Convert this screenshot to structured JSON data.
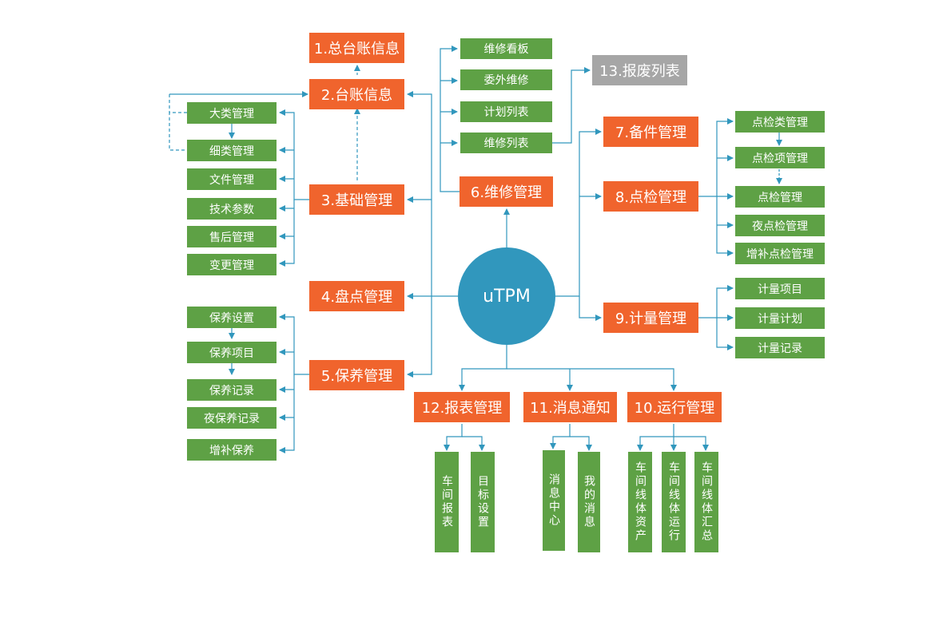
{
  "center": {
    "label": "uTPM"
  },
  "modules": {
    "m1": "1.总台账信息",
    "m2": "2.台账信息",
    "m3": "3.基础管理",
    "m4": "4.盘点管理",
    "m5": "5.保养管理",
    "m6": "6.维修管理",
    "m7": "7.备件管理",
    "m8": "8.点检管理",
    "m9": "9.计量管理",
    "m10": "10.运行管理",
    "m11": "11.消息通知",
    "m12": "12.报表管理",
    "m13": "13.报废列表"
  },
  "basic": [
    "大类管理",
    "细类管理",
    "文件管理",
    "技术参数",
    "售后管理",
    "变更管理"
  ],
  "maintain": [
    "保养设置",
    "保养项目",
    "保养记录",
    "夜保养记录",
    "增补保养"
  ],
  "repair": [
    "维修看板",
    "委外维修",
    "计划列表",
    "维修列表"
  ],
  "inspect": [
    "点检类管理",
    "点检项管理",
    "点检管理",
    "夜点检管理",
    "增补点检管理"
  ],
  "measure": [
    "计量项目",
    "计量计划",
    "计量记录"
  ],
  "report": [
    "车间报表",
    "目标设置"
  ],
  "message": [
    "消息中心",
    "我的消息"
  ],
  "operation": [
    "车间线体资产",
    "车间线体运行",
    "车间线体汇总"
  ],
  "colors": {
    "module": "#f0642d",
    "submodule": "#5ea145",
    "scrap": "#a6a6a6",
    "center": "#3197bd",
    "connector": "#3197bd"
  }
}
